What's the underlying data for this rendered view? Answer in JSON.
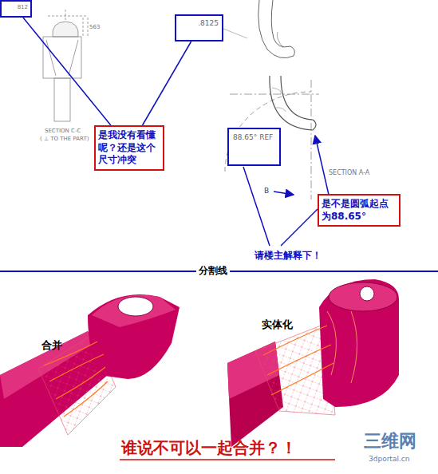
{
  "diagram": {
    "nodes": [
      {
        "text": [
          "812"
        ]
      },
      {
        "text": [
          ".8125"
        ]
      },
      {
        "text": [
          "是我没有看懂呢？还是这个尺寸冲突"
        ]
      },
      {
        "text": [
          "88.65° REF"
        ]
      },
      {
        "text": [
          "是不是圆弧起点为88.65°"
        ]
      }
    ],
    "edges": [
      {
        "from": 2,
        "to": 0,
        "arrow": "none"
      },
      {
        "from": 2,
        "to": 1,
        "arrow": "none"
      }
    ],
    "labels": [
      "563",
      "SECTION C-C",
      "( ⊥ TO THE PART)",
      "SECTION A-A",
      "B",
      "请楼主解释下！",
      "分割线",
      "合并",
      "实体化",
      "谁说不可以一起合并？！",
      "三维网",
      "3dportal.cn"
    ]
  }
}
